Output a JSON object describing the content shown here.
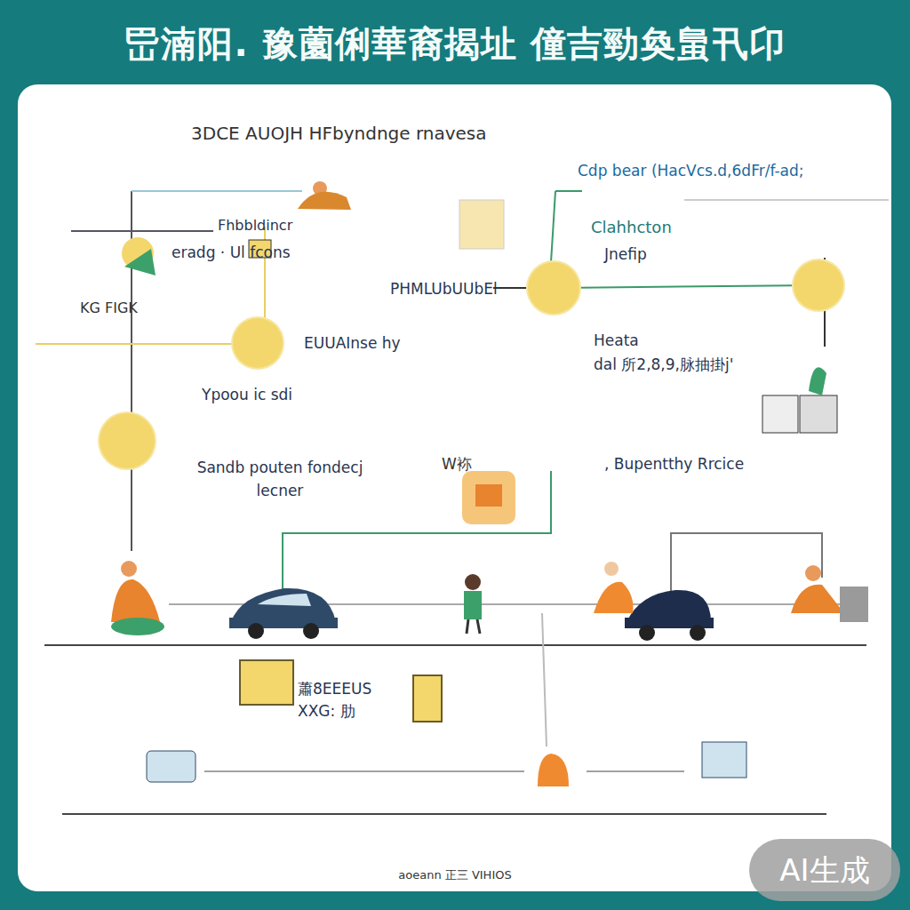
{
  "diagram": {
    "title": "岊湳阳. 豫薗俐華裔揭址 僮吉勁奐蛗卂卬",
    "caption": "aoeann 正三 VIHIOS",
    "nodes": [
      {
        "text": [
          "EUUAInse hy",
          "Ypoou ic sdi"
        ]
      },
      {
        "text": [
          "PHMLUbUUbEl"
        ]
      },
      {
        "text": [
          "Heata",
          "dal 所2,8,9,脉抽掛j'"
        ]
      },
      {
        "text": [
          "Sandb pouten fondecj lecner"
        ]
      }
    ],
    "edges": [
      {
        "from": 1,
        "to": 2,
        "arrow": "none"
      }
    ],
    "labels": [
      "3DCE AUOJH HFbyndnge rnavesa",
      "Cdp bear (HacVcs.d,6dFr/f-ad;",
      "Clahhcton",
      "Jnefip",
      "Fhbbldincr",
      "eradg · Ul fcons",
      "KG FIGK",
      "W袮",
      ", Bupentthy Rrcice",
      "蕭8EEEUS",
      "XXG: 肋",
      "AI生成"
    ]
  }
}
